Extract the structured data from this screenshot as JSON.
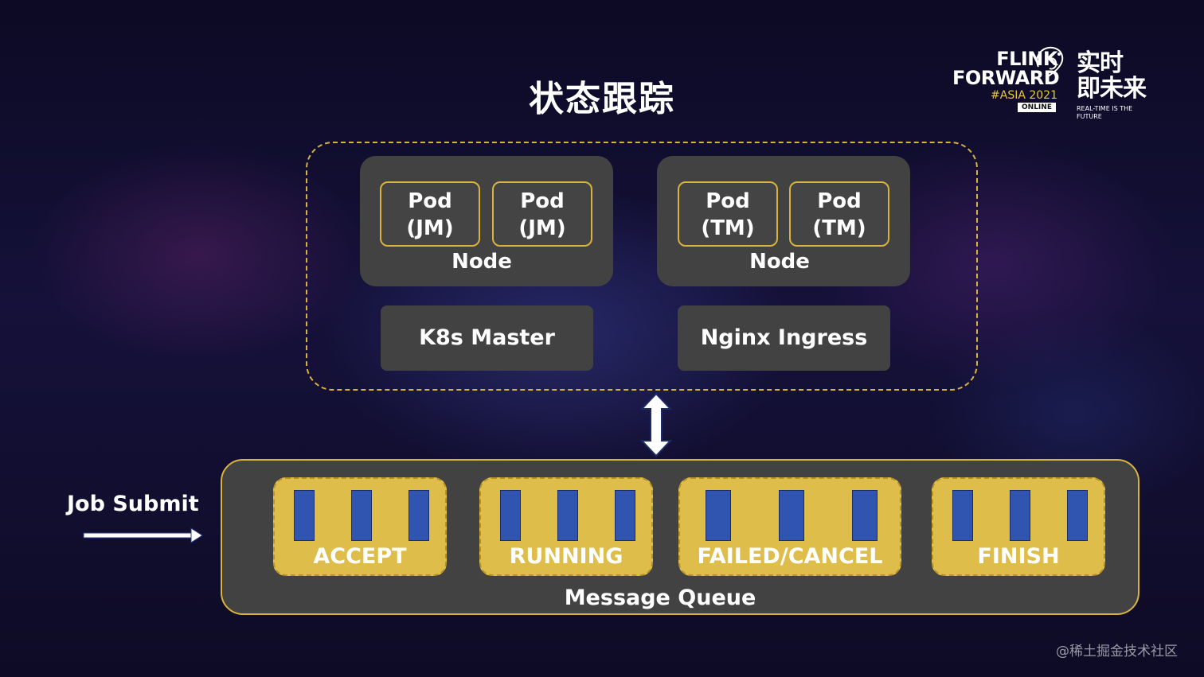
{
  "title": "状态跟踪",
  "logo": {
    "line1": "FLINK",
    "line2": "FORWARD",
    "edition": "#ASIA 2021",
    "badge": "ONLINE",
    "cn_line1": "实时",
    "cn_line2": "即未来",
    "tagline": "REAL-TIME IS THE FUTURE"
  },
  "cluster": {
    "nodes": [
      {
        "label": "Node",
        "pods": [
          {
            "line1": "Pod",
            "line2": "(JM)"
          },
          {
            "line1": "Pod",
            "line2": "(JM)"
          }
        ]
      },
      {
        "label": "Node",
        "pods": [
          {
            "line1": "Pod",
            "line2": "(TM)"
          },
          {
            "line1": "Pod",
            "line2": "(TM)"
          }
        ]
      }
    ],
    "services": [
      "K8s Master",
      "Nginx Ingress"
    ]
  },
  "queue": {
    "label": "Message Queue",
    "stages": [
      "ACCEPT",
      "RUNNING",
      "FAILED/CANCEL",
      "FINISH"
    ]
  },
  "job_submit": "Job Submit",
  "watermark": "@稀土掘金技术社区",
  "colors": {
    "accent_gold": "#d8b43c",
    "box_gray": "#424242",
    "stage_fill": "#dfbd4a",
    "bar_blue": "#2f55b0"
  }
}
